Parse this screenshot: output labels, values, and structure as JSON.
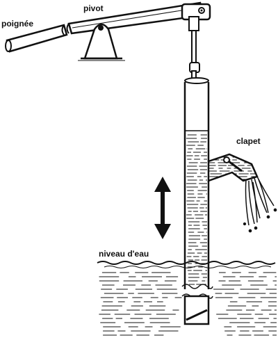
{
  "labels": {
    "handle": "poignée",
    "pivot": "pivot",
    "valve": "clapet",
    "water_level": "niveau d'eau"
  },
  "colors": {
    "ink": "#111111",
    "paper": "#ffffff"
  }
}
